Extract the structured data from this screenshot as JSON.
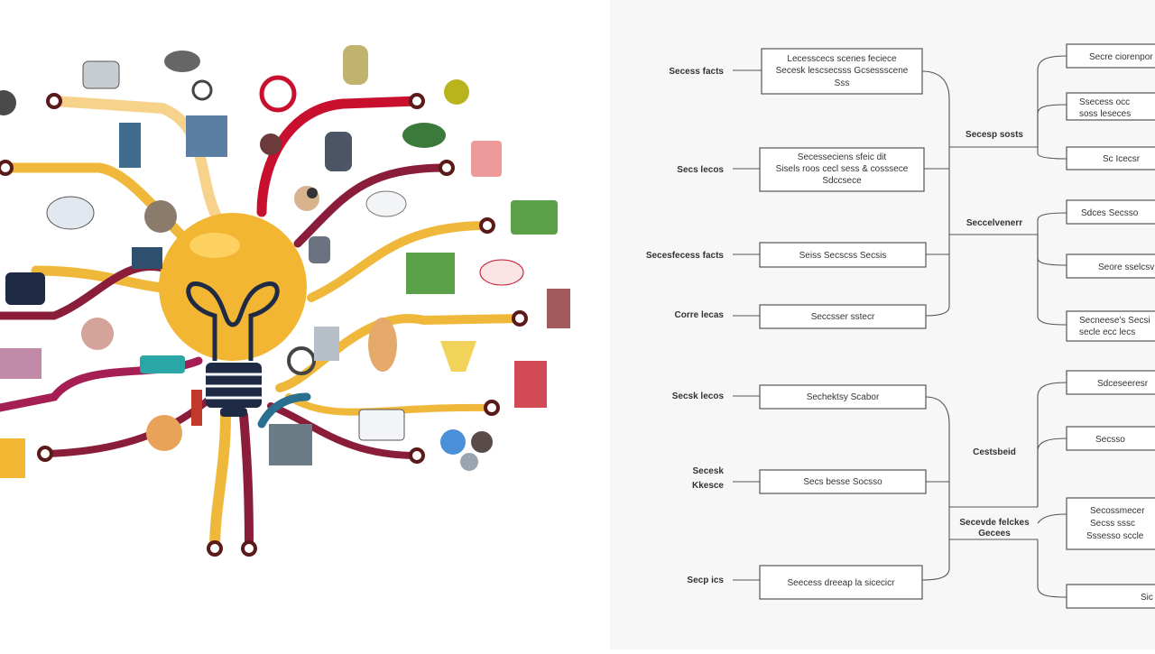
{
  "illustration": {
    "subject": "lightbulb idea tree",
    "colors": {
      "bulb": "#f2b632",
      "bulb_highlight": "#ffd86b",
      "branch_yellow": "#f0b83a",
      "branch_maroon": "#8a1e3a",
      "branch_red": "#c8102e",
      "branch_teal": "#2a6f8f",
      "branch_pale": "#f6d28a"
    }
  },
  "flowchart": {
    "row_labels": [
      "Secess facts",
      "Secs lecos",
      "Secesfecess facts",
      "Corre lecas",
      "Secsk lecos",
      "Secesk",
      "Kkesce",
      "Secp ics"
    ],
    "boxes": [
      [
        "Lecesscecs scenes feciece",
        "Secesk lescsecsss Gcsessscene",
        "Sss"
      ],
      [
        "Secesseciens sfeic dit",
        "Sisels roos cecl sess & cosssece",
        "Sdccsece"
      ],
      [
        "Seiss Secscss Secsis"
      ],
      [
        "Seccsser sstecr"
      ],
      [
        "Sechektsy Scabor"
      ],
      [
        "Secs besse Socsso"
      ],
      [
        "Seecess dreeap la sicecicr"
      ]
    ],
    "mid_labels": [
      "Secesp sosts",
      "Seccelvenerr",
      "Cestsbeid",
      "Secevde felckes",
      "Gecees"
    ],
    "right_boxes": [
      "Secre ciorenpor",
      "Ssecess occ",
      "soss leseces",
      "Sc Icecsr",
      "Sdces Secsso",
      "Seore sselcsv",
      "Secneese's Secsi",
      "secle ecc lecs",
      "Sdceseeresr",
      "Secsso",
      "Secossmecer",
      "Secss sssc",
      "Sssesso sccle",
      "Sic"
    ]
  }
}
